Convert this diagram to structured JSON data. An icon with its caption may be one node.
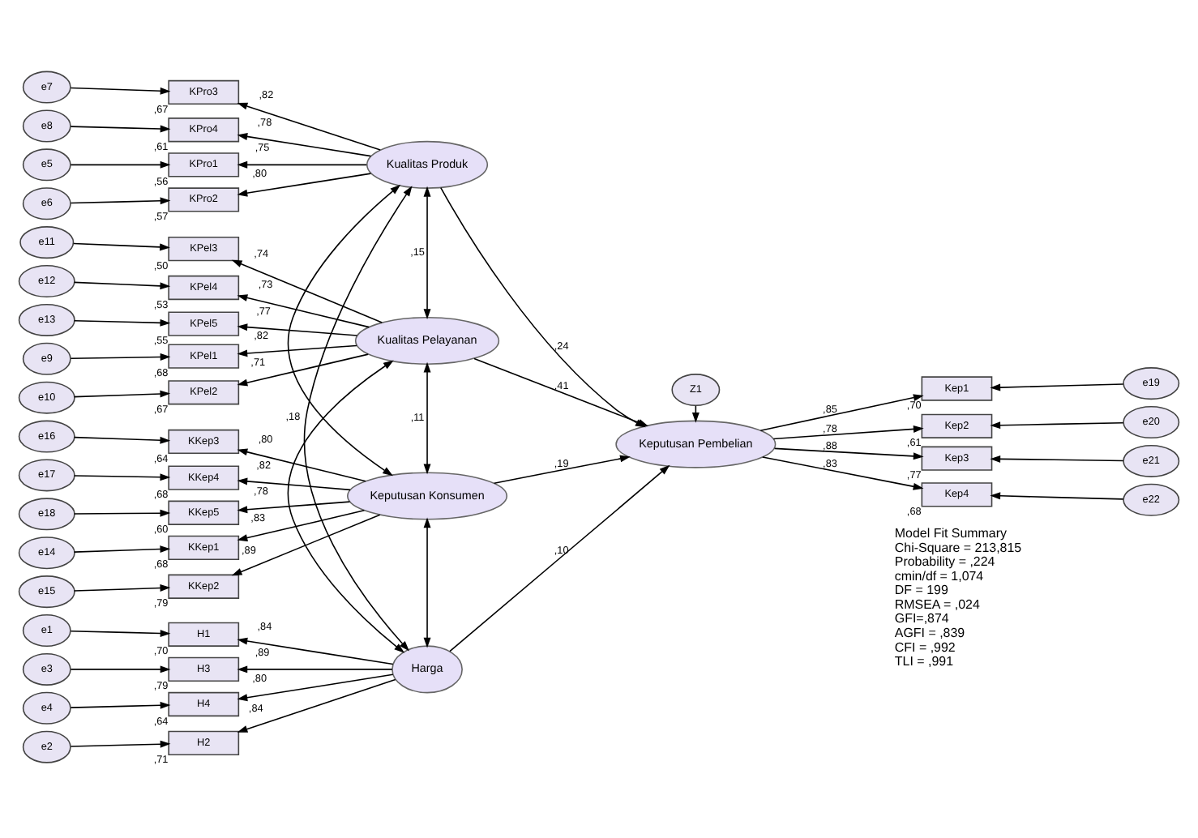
{
  "diagram": {
    "nodes": [
      {
        "text": [
          "e1"
        ]
      },
      {
        "text": [
          "e2"
        ]
      },
      {
        "text": [
          "e3"
        ]
      },
      {
        "text": [
          "e4"
        ]
      },
      {
        "text": [
          "H1"
        ],
        "beside": [
          ",70"
        ]
      },
      {
        "text": [
          "H2"
        ],
        "beside": [
          ",71"
        ]
      },
      {
        "text": [
          "H3"
        ],
        "beside": [
          ",79"
        ]
      },
      {
        "text": [
          "H4"
        ],
        "beside": [
          ",64"
        ]
      },
      {
        "text": [
          "Harga"
        ]
      },
      {
        "text": [
          "e5"
        ]
      },
      {
        "text": [
          "e6"
        ]
      },
      {
        "text": [
          "e7"
        ]
      },
      {
        "text": [
          "e8"
        ]
      },
      {
        "text": [
          "KPro1"
        ],
        "beside": [
          ",56"
        ]
      },
      {
        "text": [
          "KPro2"
        ],
        "beside": [
          ",57"
        ]
      },
      {
        "text": [
          "KPro3"
        ],
        "beside": [
          ",67"
        ]
      },
      {
        "text": [
          "KPro4"
        ],
        "beside": [
          ",61"
        ]
      },
      {
        "text": [
          "Kualitas Produk"
        ]
      },
      {
        "text": [
          "e9"
        ]
      },
      {
        "text": [
          "e10"
        ]
      },
      {
        "text": [
          "e11"
        ]
      },
      {
        "text": [
          "e12"
        ]
      },
      {
        "text": [
          "e13"
        ]
      },
      {
        "text": [
          "KPel1"
        ],
        "beside": [
          ",68"
        ]
      },
      {
        "text": [
          "KPel2"
        ],
        "beside": [
          ",67"
        ]
      },
      {
        "text": [
          "KPel3"
        ],
        "beside": [
          ",50"
        ]
      },
      {
        "text": [
          "KPel4"
        ],
        "beside": [
          ",53"
        ]
      },
      {
        "text": [
          "KPel5"
        ],
        "beside": [
          ",55"
        ]
      },
      {
        "text": [
          "Kualitas Pelayanan"
        ]
      },
      {
        "text": [
          "e14"
        ]
      },
      {
        "text": [
          "e15"
        ]
      },
      {
        "text": [
          "e16"
        ]
      },
      {
        "text": [
          "e17"
        ]
      },
      {
        "text": [
          "e18"
        ]
      },
      {
        "text": [
          "KKep1"
        ],
        "beside": [
          ",68"
        ]
      },
      {
        "text": [
          "KKep2"
        ],
        "beside": [
          ",79"
        ]
      },
      {
        "text": [
          "KKep3"
        ],
        "beside": [
          ",64"
        ]
      },
      {
        "text": [
          "KKep4"
        ],
        "beside": [
          ",68"
        ]
      },
      {
        "text": [
          "KKep5"
        ],
        "beside": [
          ",60"
        ]
      },
      {
        "text": [
          "Keputusan Konsumen"
        ]
      },
      {
        "text": [
          "Z1"
        ]
      },
      {
        "text": [
          "Keputusan Pembelian"
        ]
      },
      {
        "text": [
          "Kep1"
        ],
        "beside": [
          ",70"
        ]
      },
      {
        "text": [
          "Kep2"
        ],
        "beside": [
          ",61"
        ]
      },
      {
        "text": [
          "Kep3"
        ],
        "beside": [
          ",77"
        ]
      },
      {
        "text": [
          "Kep4"
        ],
        "beside": [
          ",68"
        ]
      },
      {
        "text": [
          "e19"
        ]
      },
      {
        "text": [
          "e20"
        ]
      },
      {
        "text": [
          "e21"
        ]
      },
      {
        "text": [
          "e22"
        ]
      }
    ],
    "edges": [
      {
        "from": 0,
        "to": 4,
        "arrow": "to"
      },
      {
        "from": 1,
        "to": 5,
        "arrow": "to"
      },
      {
        "from": 2,
        "to": 6,
        "arrow": "to"
      },
      {
        "from": 3,
        "to": 7,
        "arrow": "to"
      },
      {
        "from": 8,
        "to": 4,
        "arrow": "to",
        "label": ",84"
      },
      {
        "from": 8,
        "to": 5,
        "arrow": "to",
        "label": ",84"
      },
      {
        "from": 8,
        "to": 6,
        "arrow": "to",
        "label": ",89"
      },
      {
        "from": 8,
        "to": 7,
        "arrow": "to",
        "label": ",80"
      },
      {
        "from": 9,
        "to": 13,
        "arrow": "to"
      },
      {
        "from": 10,
        "to": 14,
        "arrow": "to"
      },
      {
        "from": 11,
        "to": 15,
        "arrow": "to"
      },
      {
        "from": 12,
        "to": 16,
        "arrow": "to"
      },
      {
        "from": 17,
        "to": 13,
        "arrow": "to",
        "label": ",75"
      },
      {
        "from": 17,
        "to": 14,
        "arrow": "to",
        "label": ",80"
      },
      {
        "from": 17,
        "to": 15,
        "arrow": "to",
        "label": ",82"
      },
      {
        "from": 17,
        "to": 16,
        "arrow": "to",
        "label": ",78"
      },
      {
        "from": 18,
        "to": 23,
        "arrow": "to"
      },
      {
        "from": 19,
        "to": 24,
        "arrow": "to"
      },
      {
        "from": 20,
        "to": 25,
        "arrow": "to"
      },
      {
        "from": 21,
        "to": 26,
        "arrow": "to"
      },
      {
        "from": 22,
        "to": 27,
        "arrow": "to"
      },
      {
        "from": 28,
        "to": 23,
        "arrow": "to",
        "label": ",82"
      },
      {
        "from": 28,
        "to": 24,
        "arrow": "to",
        "label": ",71"
      },
      {
        "from": 28,
        "to": 25,
        "arrow": "to",
        "label": ",74"
      },
      {
        "from": 28,
        "to": 26,
        "arrow": "to",
        "label": ",73"
      },
      {
        "from": 28,
        "to": 27,
        "arrow": "to",
        "label": ",77"
      },
      {
        "from": 29,
        "to": 34,
        "arrow": "to"
      },
      {
        "from": 30,
        "to": 35,
        "arrow": "to"
      },
      {
        "from": 31,
        "to": 36,
        "arrow": "to"
      },
      {
        "from": 32,
        "to": 37,
        "arrow": "to"
      },
      {
        "from": 33,
        "to": 38,
        "arrow": "to"
      },
      {
        "from": 39,
        "to": 34,
        "arrow": "to",
        "label": ",83"
      },
      {
        "from": 39,
        "to": 35,
        "arrow": "to",
        "label": ",89"
      },
      {
        "from": 39,
        "to": 36,
        "arrow": "to",
        "label": ",80"
      },
      {
        "from": 39,
        "to": 37,
        "arrow": "to",
        "label": ",82"
      },
      {
        "from": 39,
        "to": 38,
        "arrow": "to",
        "label": ",78"
      },
      {
        "from": 8,
        "to": 17,
        "arrow": "both",
        "label": ",18"
      },
      {
        "from": 8,
        "to": 28,
        "arrow": "both"
      },
      {
        "from": 8,
        "to": 39,
        "arrow": "both"
      },
      {
        "from": 17,
        "to": 28,
        "arrow": "both",
        "label": ",15"
      },
      {
        "from": 17,
        "to": 39,
        "arrow": "both"
      },
      {
        "from": 28,
        "to": 39,
        "arrow": "both",
        "label": ",11"
      },
      {
        "from": 8,
        "to": 41,
        "arrow": "to",
        "label": ",10"
      },
      {
        "from": 17,
        "to": 41,
        "arrow": "to",
        "label": ",24"
      },
      {
        "from": 28,
        "to": 41,
        "arrow": "to",
        "label": ",41"
      },
      {
        "from": 39,
        "to": 41,
        "arrow": "to",
        "label": ",19"
      },
      {
        "from": 40,
        "to": 41,
        "arrow": "to"
      },
      {
        "from": 41,
        "to": 42,
        "arrow": "to",
        "label": ",85"
      },
      {
        "from": 41,
        "to": 43,
        "arrow": "to",
        "label": ",78"
      },
      {
        "from": 41,
        "to": 44,
        "arrow": "to",
        "label": ",88"
      },
      {
        "from": 41,
        "to": 45,
        "arrow": "to",
        "label": ",83"
      },
      {
        "from": 46,
        "to": 42,
        "arrow": "to"
      },
      {
        "from": 47,
        "to": 43,
        "arrow": "to"
      },
      {
        "from": 48,
        "to": 44,
        "arrow": "to"
      },
      {
        "from": 49,
        "to": 45,
        "arrow": "to"
      }
    ],
    "labels": [
      "Model Fit Summary",
      "Chi-Square = 213,815",
      "Probability = ,224",
      "cmin/df = 1,074",
      "DF = 199",
      "RMSEA = ,024",
      "GFI=,874",
      "AGFI = ,839",
      "CFI = ,992",
      "TLI = ,991"
    ]
  }
}
